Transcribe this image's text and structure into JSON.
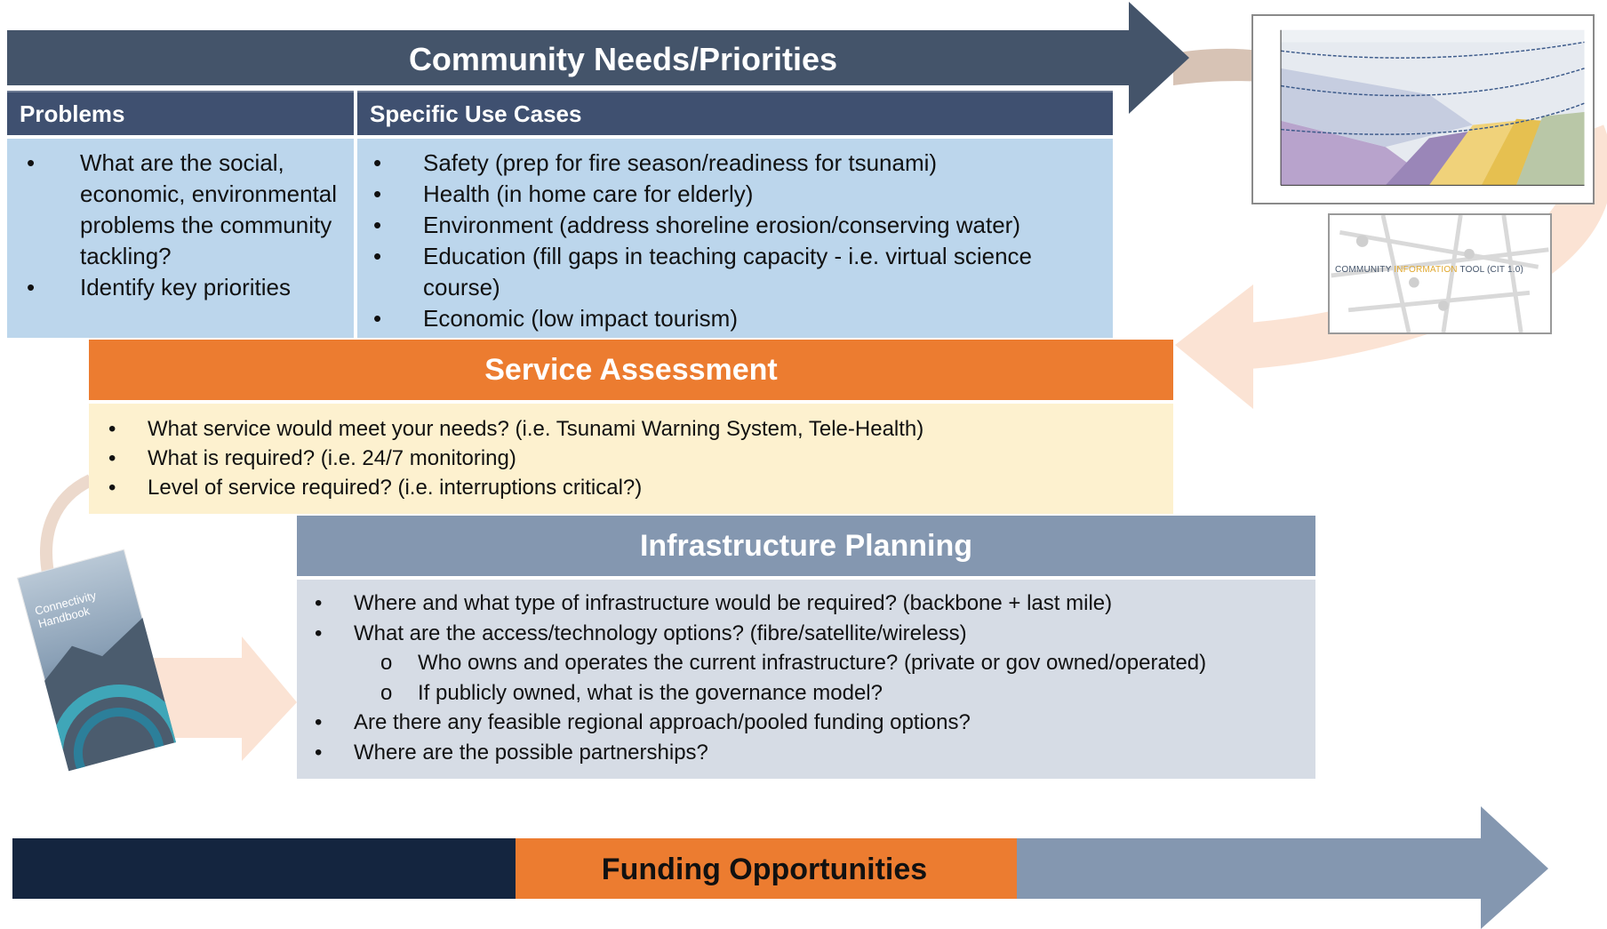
{
  "community": {
    "title": "Community Needs/Priorities",
    "problems_header": "Problems",
    "usecases_header": "Specific Use Cases",
    "problems": [
      "What are the social, economic, environmental problems the community tackling?",
      "Identify key priorities"
    ],
    "use_cases": [
      "Safety (prep for fire season/readiness for tsunami)",
      "Health (in home care for elderly)",
      "Environment (address shoreline erosion/conserving water)",
      "Education (fill gaps in teaching capacity - i.e. virtual science course)",
      "Economic (low impact tourism)"
    ]
  },
  "service": {
    "title": "Service Assessment",
    "items": [
      "What service would meet your needs? (i.e. Tsunami Warning System, Tele-Health)",
      "What is required? (i.e. 24/7 monitoring)",
      "Level of service required? (i.e. interruptions critical?)"
    ]
  },
  "infrastructure": {
    "title": "Infrastructure Planning",
    "items": [
      "Where and what type of infrastructure would be required? (backbone + last mile)",
      "What are the access/technology options? (fibre/satellite/wireless)",
      "Who owns and operates the current infrastructure? (private or gov owned/operated)",
      "If publicly owned, what is the governance model?",
      "Are there any feasible regional approach/pooled funding options?",
      "Where are the possible partnerships?"
    ]
  },
  "funding": {
    "title": "Funding Opportunities"
  },
  "thumbnails": {
    "cit_label_a": "COMMUNITY ",
    "cit_label_b": "INFORMATION",
    "cit_label_c": " TOOL (CIT 1.0)",
    "handbook_label": "Connectivity Handbook"
  },
  "bullets": {
    "disc": "•",
    "circle": "o"
  },
  "colors": {
    "navy": "#44546a",
    "header_bar": "#3f5070",
    "light_blue": "#bcd6ec",
    "orange": "#ec7c30",
    "cream": "#fdf1cf",
    "slate": "#8497b0",
    "light_slate": "#d6dce5",
    "dark_navy": "#14253f",
    "peach": "#f8d7c2"
  }
}
